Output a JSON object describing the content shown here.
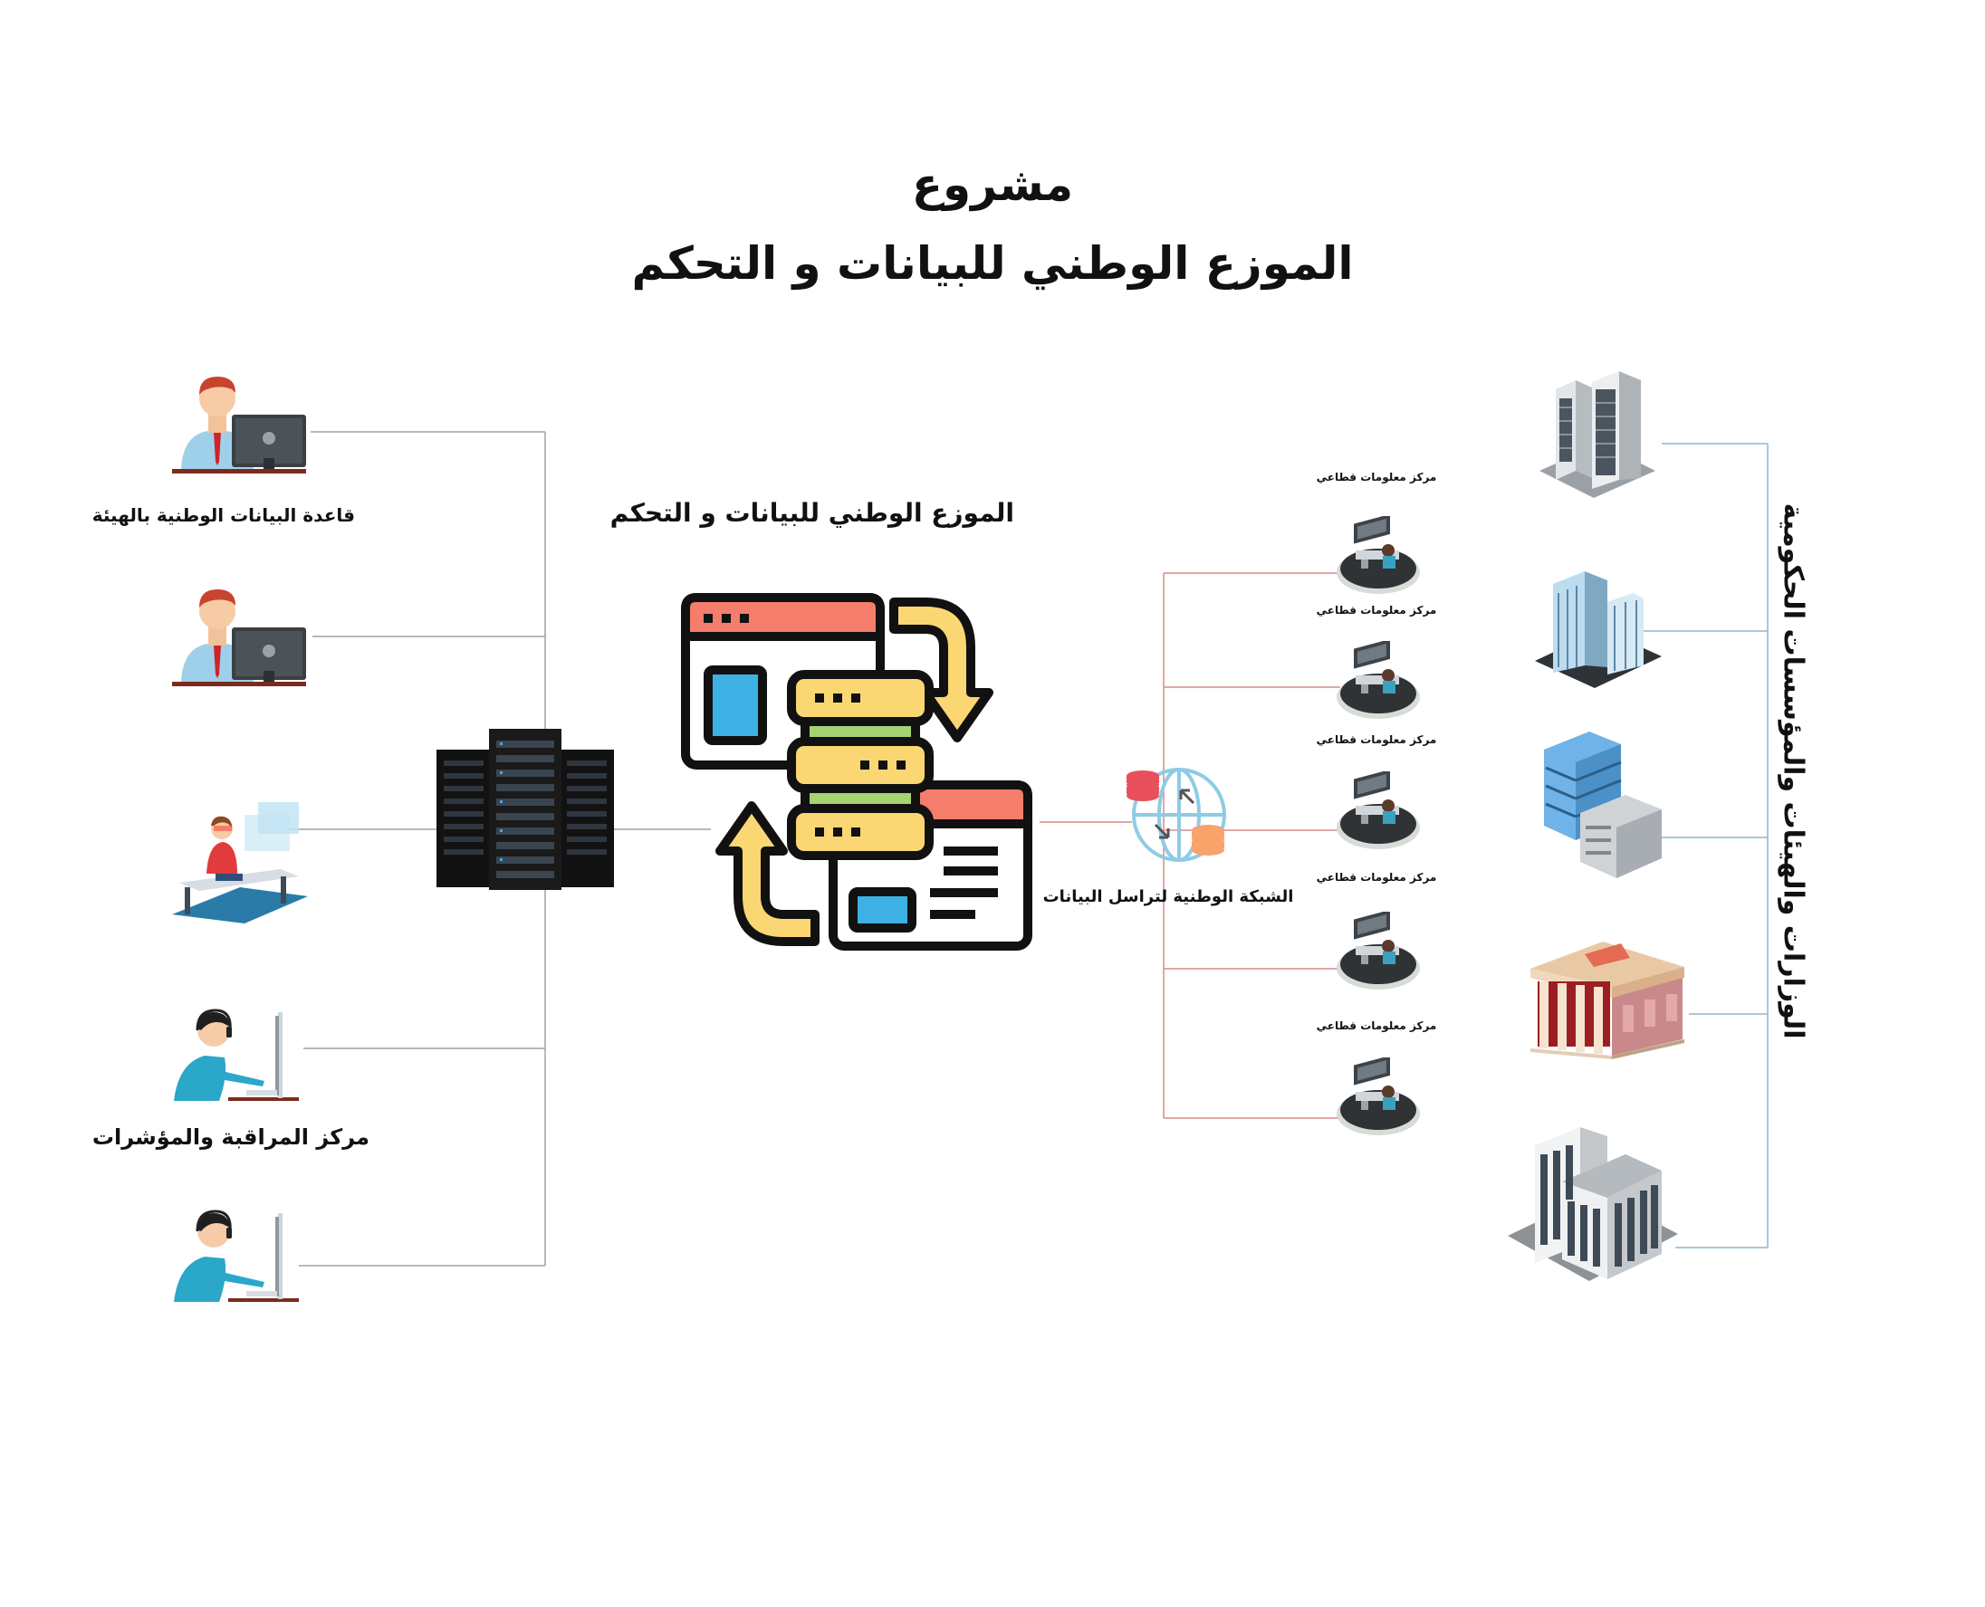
{
  "title": {
    "line1": "مشروع",
    "line2": "الموزع الوطني للبيانات و التحكم"
  },
  "center_label": "الموزع الوطني للبيانات و التحكم",
  "left_labels": {
    "database": "قاعدة البيانات الوطنية بالهيئة",
    "monitoring": "مركز المراقبة والمؤشرات"
  },
  "network_label": "الشبكة الوطنية لتراسل البيانات",
  "sector_centers": [
    "مركز معلومات قطاعي",
    "مركز معلومات قطاعي",
    "مركز معلومات قطاعي",
    "مركز معلومات قطاعي",
    "مركز معلومات قطاعي"
  ],
  "ministries_label": "الوزارات والهيئات والمؤسسات الحكومية",
  "colors": {
    "gray_line": "#a0a0a0",
    "red_line": "#d98a8a",
    "blue_line": "#8ab8cf",
    "server_orange": "#f47e6b",
    "server_yellow": "#fbd774",
    "server_green": "#a5d374",
    "server_blue": "#3db1e3"
  }
}
